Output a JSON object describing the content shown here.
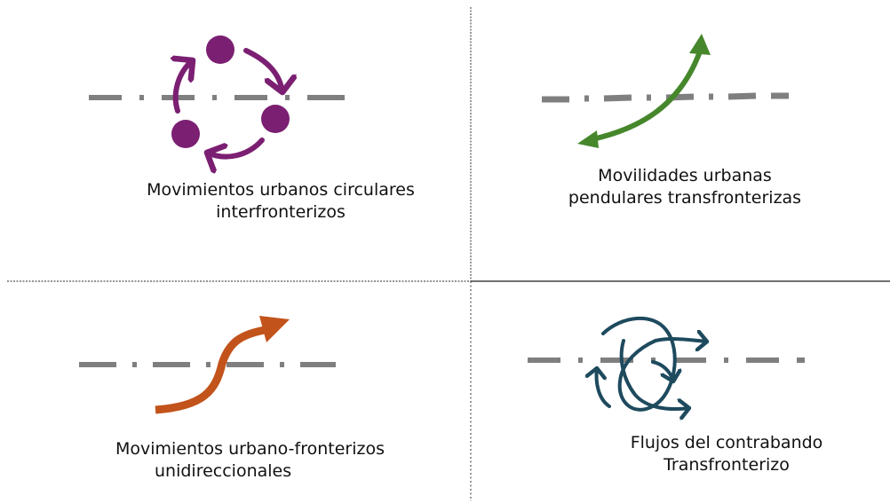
{
  "quadrants": [
    {
      "id": "q1",
      "icon": "circular-flow-icon",
      "color": "#7b1f72",
      "caption": [
        "Movimientos urbanos circulares",
        "interfronterizos"
      ]
    },
    {
      "id": "q2",
      "icon": "bidirectional-arrow-icon",
      "color": "#46872c",
      "caption": [
        "Movilidades urbanas",
        "pendulares transfronterizas"
      ]
    },
    {
      "id": "q3",
      "icon": "unidirectional-arrow-icon",
      "color": "#c2531b",
      "caption": [
        "Movimientos urbano-fronterizos",
        "unidireccionales"
      ]
    },
    {
      "id": "q4",
      "icon": "tangled-flows-icon",
      "color": "#1e4a5e",
      "caption": [
        "Flujos del contrabando",
        "Transfronterizo"
      ]
    }
  ],
  "colors": {
    "border_line": "#7f7f7f",
    "divider": "#555555"
  }
}
